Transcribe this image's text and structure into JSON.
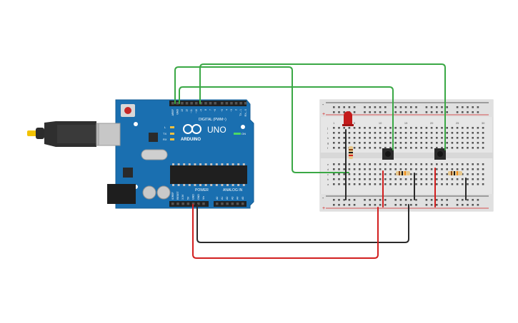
{
  "arduino": {
    "brand": "ARDUINO",
    "model": "UNO",
    "digital_header_label": "DIGITAL (PWM~)",
    "power_label": "POWER",
    "analog_label": "ANALOG IN",
    "on_label": "ON",
    "led_labels": [
      "L",
      "TX",
      "RX"
    ],
    "digital_pins": [
      "AREF",
      "GND",
      "13",
      "12",
      "~11",
      "~10",
      "~9",
      "8",
      "7",
      "~6",
      "~5",
      "4",
      "~3",
      "2",
      "TX→1",
      "RX←0"
    ],
    "power_pins": [
      "IOREF",
      "RESET",
      "3.3V",
      "5V",
      "GND",
      "GND",
      "Vin"
    ],
    "analog_pins": [
      "A0",
      "A1",
      "A2",
      "A3",
      "A4",
      "A5"
    ]
  },
  "breadboard": {
    "column_numbers_top": [
      "1",
      "5",
      "10",
      "15",
      "20",
      "25",
      "30"
    ],
    "row_letters_top": [
      "j",
      "i",
      "h",
      "g",
      "f"
    ],
    "row_letters_bottom": [
      "e",
      "d",
      "c",
      "b",
      "a"
    ],
    "rail_plus": "+",
    "rail_minus": "-"
  },
  "colors": {
    "board_blue": "#1a6fb0",
    "wire_green": "#3aa845",
    "wire_red": "#d21f1f",
    "wire_black": "#2a2a2a",
    "led_red": "#c41b1b"
  }
}
